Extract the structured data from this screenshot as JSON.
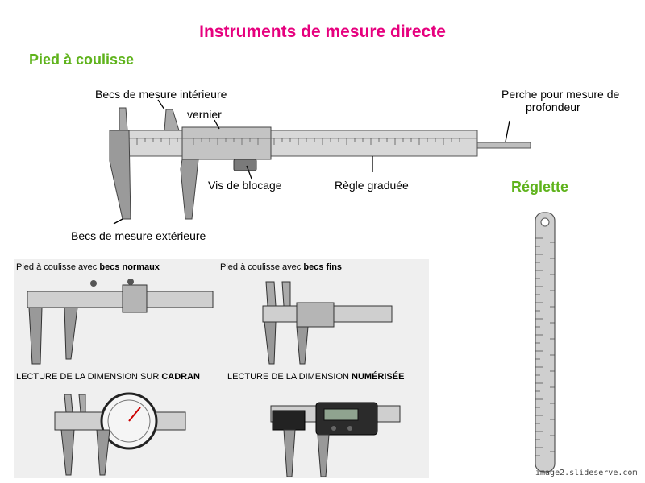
{
  "title": "Instruments de mesure directe",
  "sections": {
    "caliper": "Pied à coulisse",
    "ruler": "Réglette"
  },
  "labels": {
    "inner_jaws": "Becs de mesure intérieure",
    "vernier": "vernier",
    "depth_rod_line1": "Perche pour mesure de",
    "depth_rod_line2": "profondeur",
    "lock_screw": "Vis de blocage",
    "graduated_rule": "Règle graduée",
    "outer_jaws": "Becs de mesure extérieure"
  },
  "gallery": {
    "normal_prefix": "Pied à coulisse avec ",
    "normal_bold": "becs normaux",
    "fine_prefix": "Pied à coulisse avec ",
    "fine_bold": "becs fins",
    "dial_prefix": "LECTURE DE LA DIMENSION SUR ",
    "dial_bold": "CADRAN",
    "digital_prefix": "LECTURE DE LA DIMENSION ",
    "digital_bold": "NUMÉRISÉE"
  },
  "credit": "image2.slideserve.com",
  "colors": {
    "title": "#e6007e",
    "section": "#5fb31c",
    "metal_light": "#d9d9d9",
    "metal_dark": "#8c8c8c"
  }
}
